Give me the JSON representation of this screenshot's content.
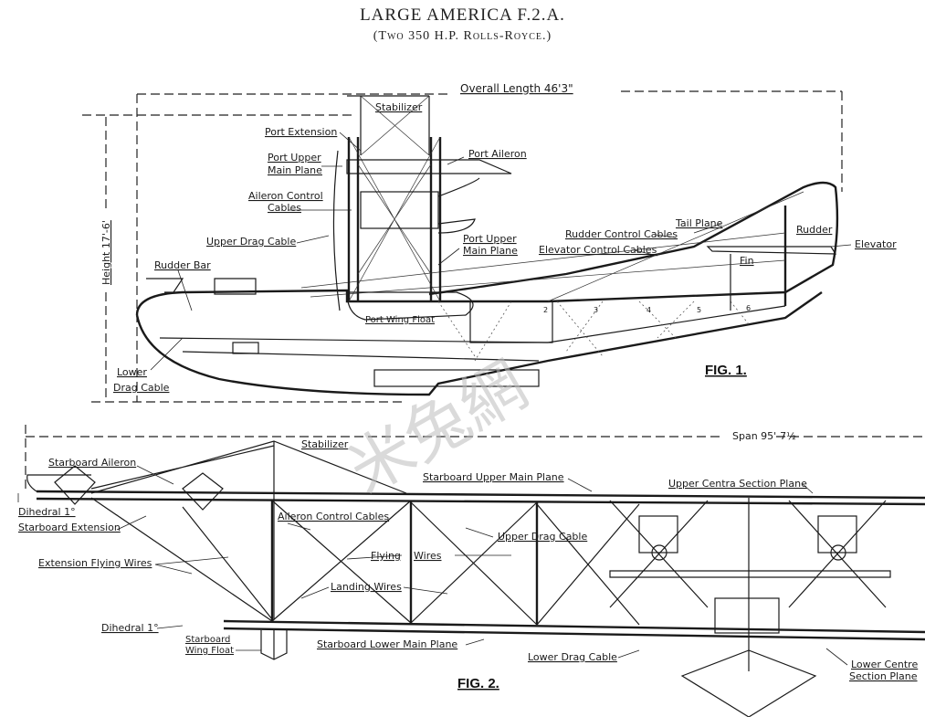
{
  "title": "LARGE AMERICA F.2.A.",
  "subtitle": "(Two 350 H.P. Rolls-Royce.)",
  "figure1": {
    "caption": "FIG. 1.",
    "overall_length": "Overall Length 46'3\"",
    "height": "Height 17'-6'",
    "labels": {
      "stabilizer": "Stabilizer",
      "port_extension": "Port Extension",
      "port_aileron": "Port Aileron",
      "port_upper_main_plane_1a": "Port Upper",
      "port_upper_main_plane_1b": "Main Plane",
      "aileron_control_cables_a": "Aileron Control",
      "aileron_control_cables_b": "Cables",
      "upper_drag_cable": "Upper Drag Cable",
      "port_upper_main_plane_2a": "Port Upper",
      "port_upper_main_plane_2b": "Main Plane",
      "rudder_bar": "Rudder Bar",
      "port_wing_float": "Port Wing Float",
      "lower_drag_cable_a": "Lower",
      "lower_drag_cable_b": "Drag Cable",
      "tail_plane": "Tail Plane",
      "rudder": "Rudder",
      "rudder_control_cables": "Rudder Control Cables",
      "elevator_control_cables": "Elevator Control Cables",
      "elevator": "Elevator",
      "fin": "Fin"
    },
    "bay_numbers": [
      "2",
      "3",
      "4",
      "5",
      "6"
    ]
  },
  "figure2": {
    "caption": "FIG. 2.",
    "span": "Span 95'-7½",
    "labels": {
      "stabilizer": "Stabilizer",
      "starboard_aileron": "Starboard Aileron",
      "dihedral_upper": "Dihedral 1°",
      "starboard_extension": "Starboard Extension",
      "extension_flying_wires": "Extension Flying Wires",
      "aileron_control_cables": "Aileron Control Cables",
      "flying_wires_a": "Flying",
      "flying_wires_b": "Wires",
      "landing_wires": "Landing Wires",
      "starboard_upper_main_plane": "Starboard Upper Main Plane",
      "upper_drag_cable": "Upper Drag Cable",
      "upper_centre_section_plane": "Upper Centra Section Plane",
      "dihedral_lower": "Dihedral 1°",
      "starboard_wing_float_a": "Starboard",
      "starboard_wing_float_b": "Wing Float",
      "starboard_lower_main_plane": "Starboard Lower Main Plane",
      "lower_drag_cable": "Lower Drag Cable",
      "lower_centre_section_plane_a": "Lower Centre",
      "lower_centre_section_plane_b": "Section Plane"
    }
  },
  "watermark": "米兔網"
}
